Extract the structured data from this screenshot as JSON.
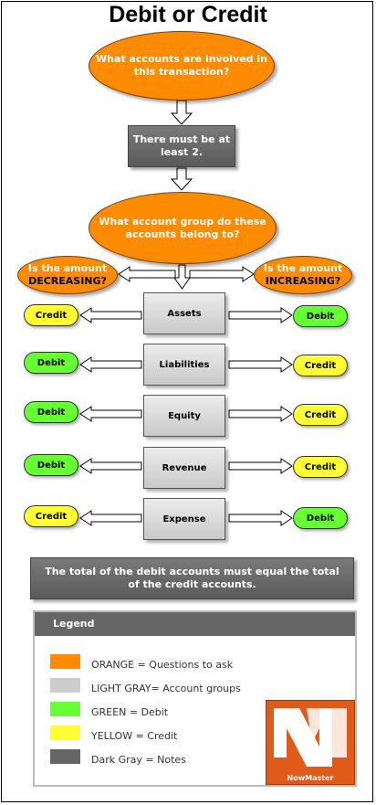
{
  "title": "Debit or Credit",
  "q1": "What accounts are involved in this transaction?",
  "note1": "There must be at least 2.",
  "q2": "What account group do these accounts belong to?",
  "decreasing": {
    "prefix": "Is the amount",
    "word": "DECREASING?"
  },
  "increasing": {
    "prefix": "Is the amount",
    "word": "INCREASING?"
  },
  "groups": [
    {
      "name": "Assets",
      "left": "Credit",
      "right": "Debit"
    },
    {
      "name": "Liabilities",
      "left": "Debit",
      "right": "Credit"
    },
    {
      "name": "Equity",
      "left": "Debit",
      "right": "Credit"
    },
    {
      "name": "Revenue",
      "left": "Debit",
      "right": "Credit"
    },
    {
      "name": "Expense",
      "left": "Credit",
      "right": "Debit"
    }
  ],
  "note2": "The total of the debit accounts must equal the total of the credit accounts.",
  "legend": {
    "title": "Legend",
    "items": [
      {
        "label": "ORANGE = Questions to ask",
        "color": "#ff8c00"
      },
      {
        "label": "LIGHT GRAY= Account groups",
        "color": "#cccccc"
      },
      {
        "label": "GREEN = Debit",
        "color": "#66ff33"
      },
      {
        "label": "YELLOW = Credit",
        "color": "#ffff33"
      },
      {
        "label": "Dark Gray = Notes",
        "color": "#666666"
      }
    ]
  },
  "logo": {
    "mark": "NM",
    "name": "NowMaster"
  }
}
